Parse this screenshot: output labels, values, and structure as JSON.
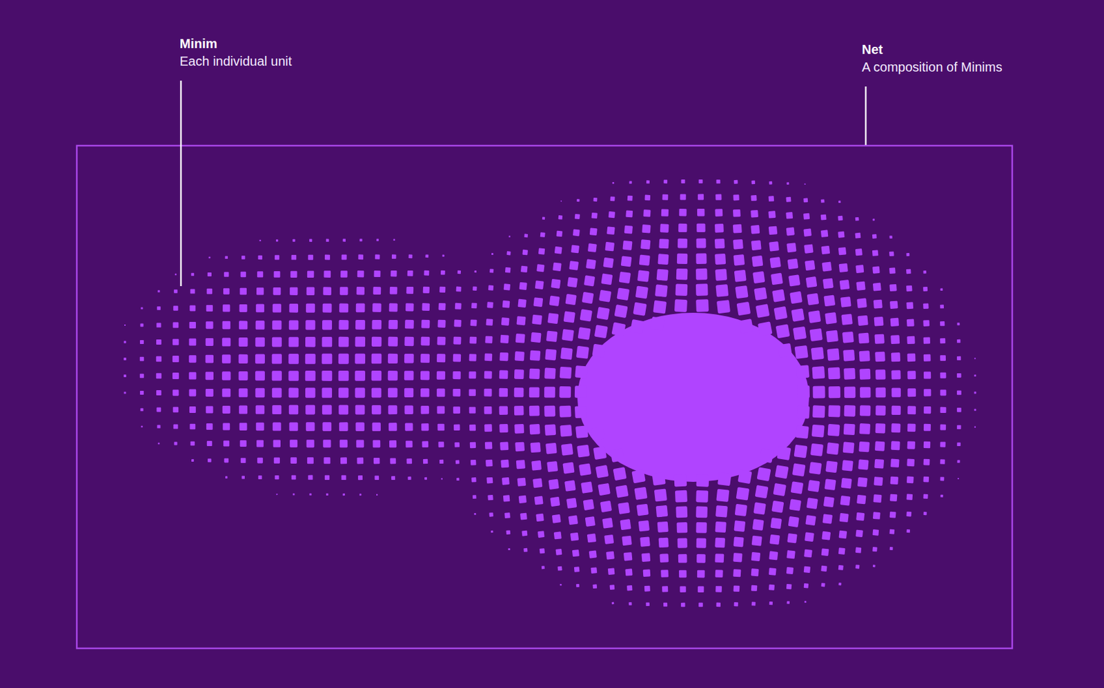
{
  "diagram": {
    "labels": [
      "Minim",
      "Each individual unit",
      "Net",
      "A composition of Minims"
    ]
  }
}
